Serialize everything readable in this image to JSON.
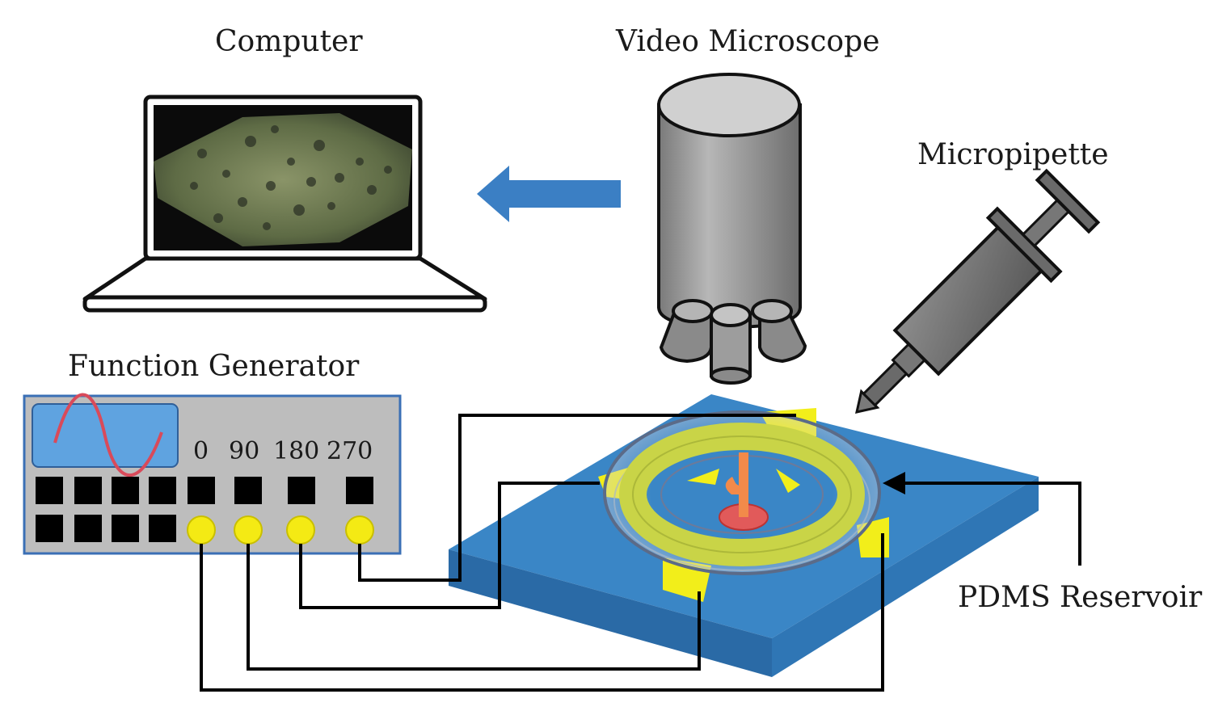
{
  "labels": {
    "computer": "Computer",
    "microscope": "Video Microscope",
    "micropipette": "Micropipette",
    "function_generator": "Function Generator",
    "reservoir": "PDMS Reservoir"
  },
  "phases": [
    "0",
    "90",
    "180",
    "270"
  ],
  "colors": {
    "arrow": "#3b7fc4",
    "substrate": "#3a86c6",
    "electrode": "#f2ee1a",
    "ring": "#c9d447",
    "generator_panel": "#bdbdbd",
    "generator_border": "#3a6fb5",
    "display": "#5fa3e0",
    "wave": "#d94a5a",
    "port": "#f4ea14",
    "microscope_body": "#9a9a9a",
    "screen_image": "#6b7a55"
  },
  "icons": [
    "laptop-icon",
    "microscope-icon",
    "syringe-icon",
    "sine-wave-icon",
    "arrow-left-icon"
  ]
}
